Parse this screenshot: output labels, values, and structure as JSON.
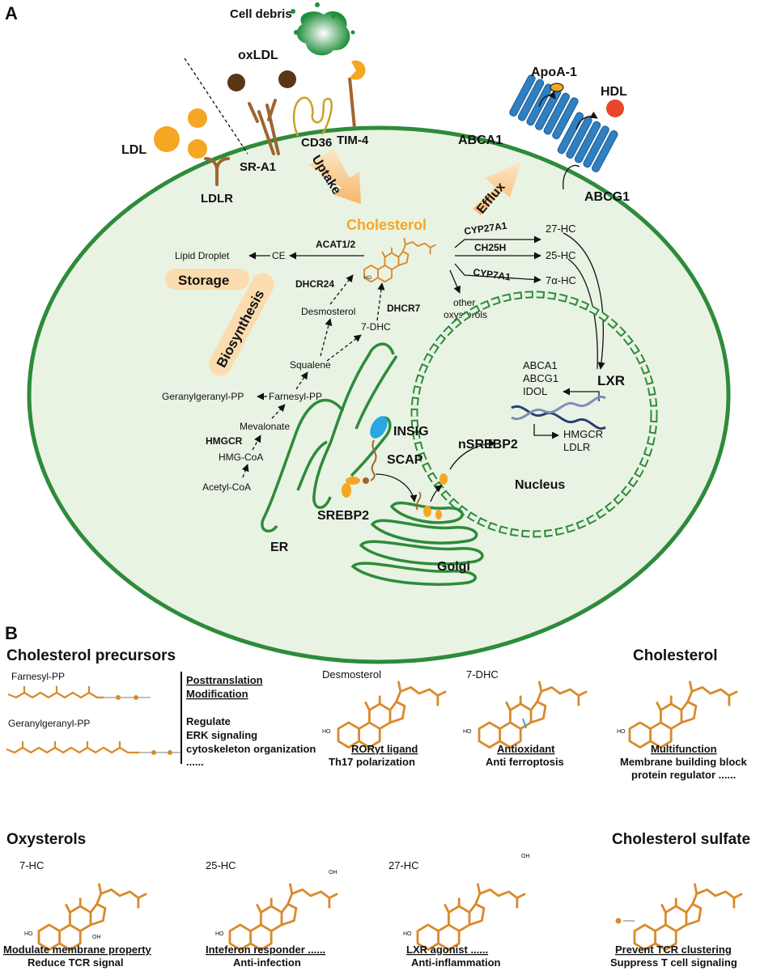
{
  "panel_a": {
    "label": "A",
    "inputs": {
      "cell_debris": "Cell debris",
      "oxldl": "oxLDL",
      "ldl": "LDL",
      "ldlr": "LDLR",
      "sra1": "SR-A1",
      "cd36": "CD36",
      "tim4": "TIM-4"
    },
    "uptake": "Uptake",
    "efflux": "Efflux",
    "apoa1": "ApoA-1",
    "hdl": "HDL",
    "abca1": "ABCA1",
    "abcg1": "ABCG1",
    "cholesterol": "Cholesterol",
    "storage": {
      "label": "Storage",
      "lipid_droplet": "Lipid Droplet",
      "ce": "CE",
      "acat": "ACAT1/2"
    },
    "biosynthesis": {
      "label": "Biosynthesis",
      "dhcr24": "DHCR24",
      "dhcr7": "DHCR7",
      "desmosterol": "Desmosterol",
      "dhc7": "7-DHC",
      "squalene": "Squalene",
      "ggpp": "Geranylgeranyl-PP",
      "fpp": "Farnesyl-PP",
      "mevalonate": "Mevalonate",
      "hmgcr": "HMGCR",
      "hmgcoa": "HMG-CoA",
      "acetylcoa": "Acetyl-CoA"
    },
    "oxy": {
      "cyp27a1": "CYP27A1",
      "hc27": "27-HC",
      "ch25h": "CH25H",
      "hc25": "25-HC",
      "cyp7a1": "CYP7A1",
      "hc7": "7α-HC",
      "other_line1": "other",
      "other_line2": "oxysterols"
    },
    "nucleus": {
      "label": "Nucleus",
      "lxr": "LXR",
      "targets_top": [
        "ABCA1",
        "ABCG1",
        "IDOL"
      ],
      "targets_bottom": [
        "HMGCR",
        "LDLR"
      ],
      "nsrebp2": "nSREBP2"
    },
    "er": "ER",
    "insig": "INSIG",
    "scap": "SCAP",
    "srebp2": "SREBP2",
    "golgi": "Golgi",
    "colors": {
      "cell_fill": "#e9f3e3",
      "membrane": "#2e8b3a",
      "orange": "#f5a623",
      "transporter": "#2f7fc1",
      "hdl": "#e8452a"
    }
  },
  "panel_b": {
    "label": "B",
    "precursors": {
      "title": "Cholesterol precursors",
      "fpp": "Farnesyl-PP",
      "ggpp": "Geranylgeranyl-PP",
      "heading_line1": "Posttranslation",
      "heading_line2": "Modification",
      "items": [
        "Regulate",
        "ERK signaling",
        "cytoskeleton organization",
        "......"
      ]
    },
    "desmosterol": {
      "name": "Desmosterol",
      "role": "RORγt ligand",
      "effect": "Th17 polarization"
    },
    "dhc7": {
      "name": "7-DHC",
      "role": "Antioxidant",
      "effect": "Anti ferroptosis"
    },
    "cholesterol": {
      "title": "Cholesterol",
      "role": "Multifunction",
      "effect_line1": "Membrane building block",
      "effect_line2": "protein regulator ......"
    },
    "oxysterols": {
      "title": "Oxysterols",
      "items": [
        {
          "name": "7-HC",
          "role": "Modulate membrane property",
          "effect": "Reduce TCR signal"
        },
        {
          "name": "25-HC",
          "role": "Inteferon responder ......",
          "effect": "Anti-infection"
        },
        {
          "name": "27-HC",
          "role": "LXR agonist ......",
          "effect": "Anti-inflammation"
        }
      ]
    },
    "sulfate": {
      "title": "Cholesterol sulfate",
      "role": "Prevent TCR clustering",
      "effect": "Suppress T cell signaling"
    },
    "oh": "HO",
    "oh_right": "OH"
  }
}
